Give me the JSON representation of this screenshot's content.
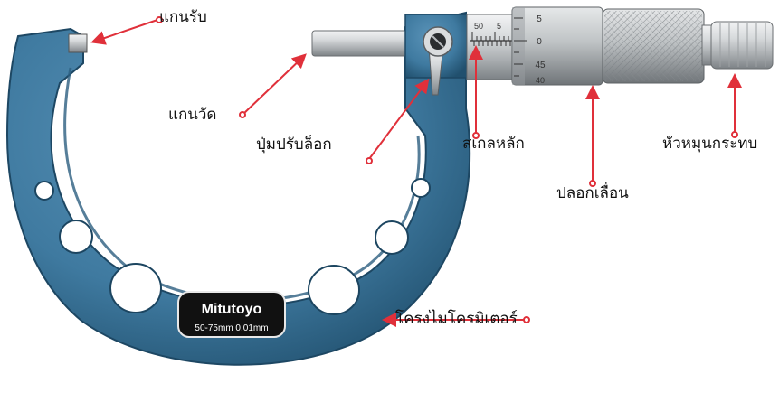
{
  "brand": {
    "name": "Mitutoyo",
    "spec": "50-75mm 0.01mm"
  },
  "scales": {
    "sleeve_numbers": [
      "50",
      "5"
    ],
    "thimble_numbers": [
      "5",
      "0",
      "45",
      "40"
    ]
  },
  "labels": {
    "anvil": "แกนรับ",
    "spindle": "แกนวัด",
    "lock": "ปุ่มปรับล็อก",
    "sleeve": "สเกลหลัก",
    "ratchet": "หัวหมุนกระทบ",
    "thimble": "ปลอกเลื่อน",
    "frame": "โครงไมโครมิเตอร์"
  },
  "colors": {
    "frame": "#3f7aa0",
    "frame_dark": "#21506e",
    "metal": "#c9ccce",
    "arrow": "#e0303a",
    "plate": "#111111"
  }
}
